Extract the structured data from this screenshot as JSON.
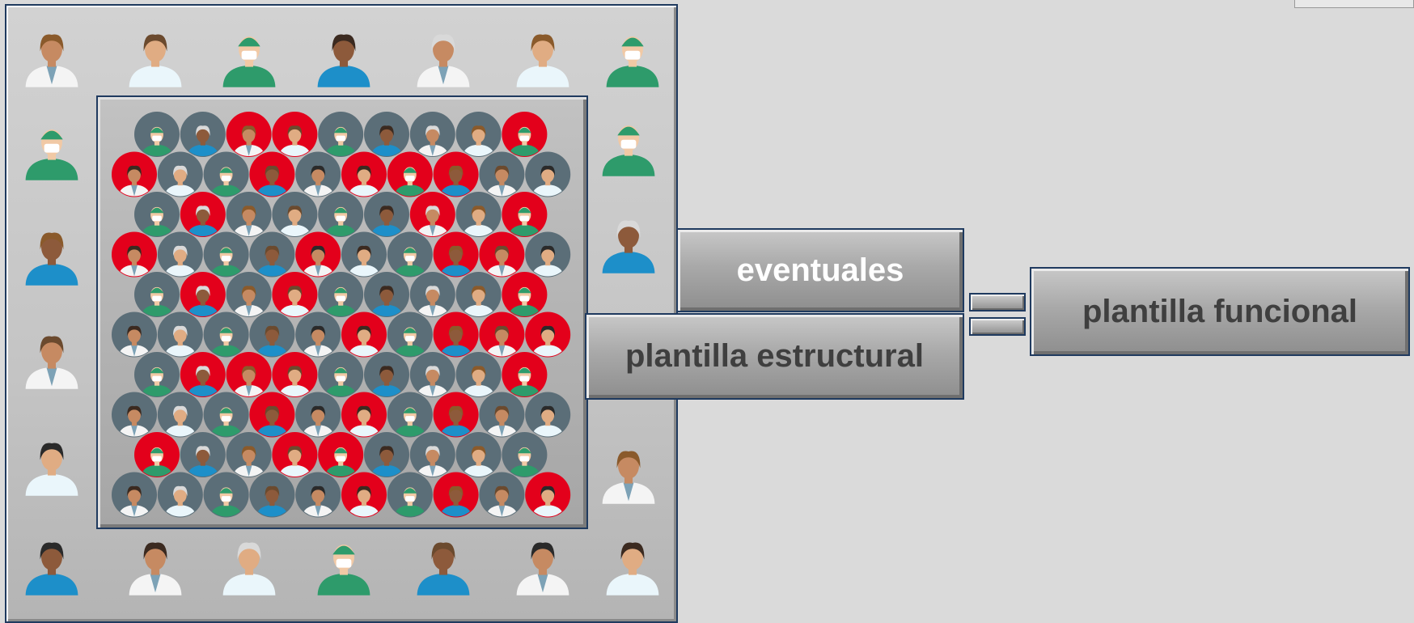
{
  "labels": {
    "eventuales": "eventuales",
    "estructural": "plantilla estructural",
    "funcional": "plantilla funcional"
  },
  "colors": {
    "background": "#dadada",
    "panel_border": "#1f3a5f",
    "avatar_disc_gray": "#5b6e78",
    "avatar_disc_red": "#e3001b",
    "label_light": "#ffffff",
    "label_dark": "#3f3f3f"
  },
  "icons": {
    "person": "healthcare-worker-icon",
    "equals": "equals-icon"
  },
  "grid": {
    "rows": [
      "GGRRGGGGR",
      "RGGRGRRRGG",
      "GRGGGGRGR",
      "RGGGRGGRRG",
      "GRGRGGGGR",
      "GGGGGRGRRR",
      "GRRRGGGGR",
      "GGGRGRGRGG",
      "RGGRRGGGG",
      "GGGGGRGRGR"
    ]
  }
}
